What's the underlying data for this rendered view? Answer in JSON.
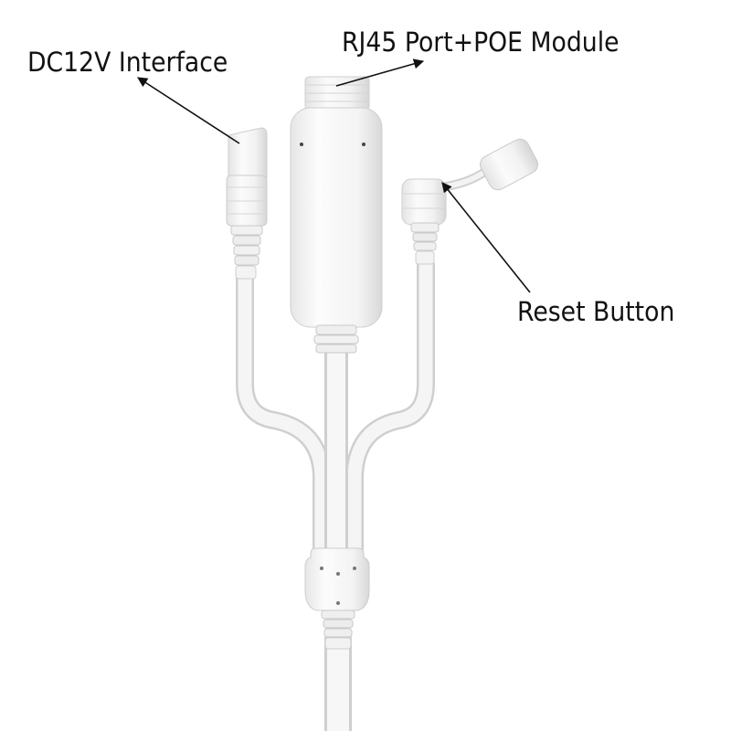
{
  "callouts": {
    "dc_interface": "DC12V Interface",
    "rj45_poe": "RJ45 Port+POE Module",
    "reset_button": "Reset Button"
  },
  "colors": {
    "cable_body": "#f4f4f4",
    "cable_shadow": "#d9d9d9",
    "cable_outline": "#c9c9c9",
    "arrow": "#111111"
  }
}
